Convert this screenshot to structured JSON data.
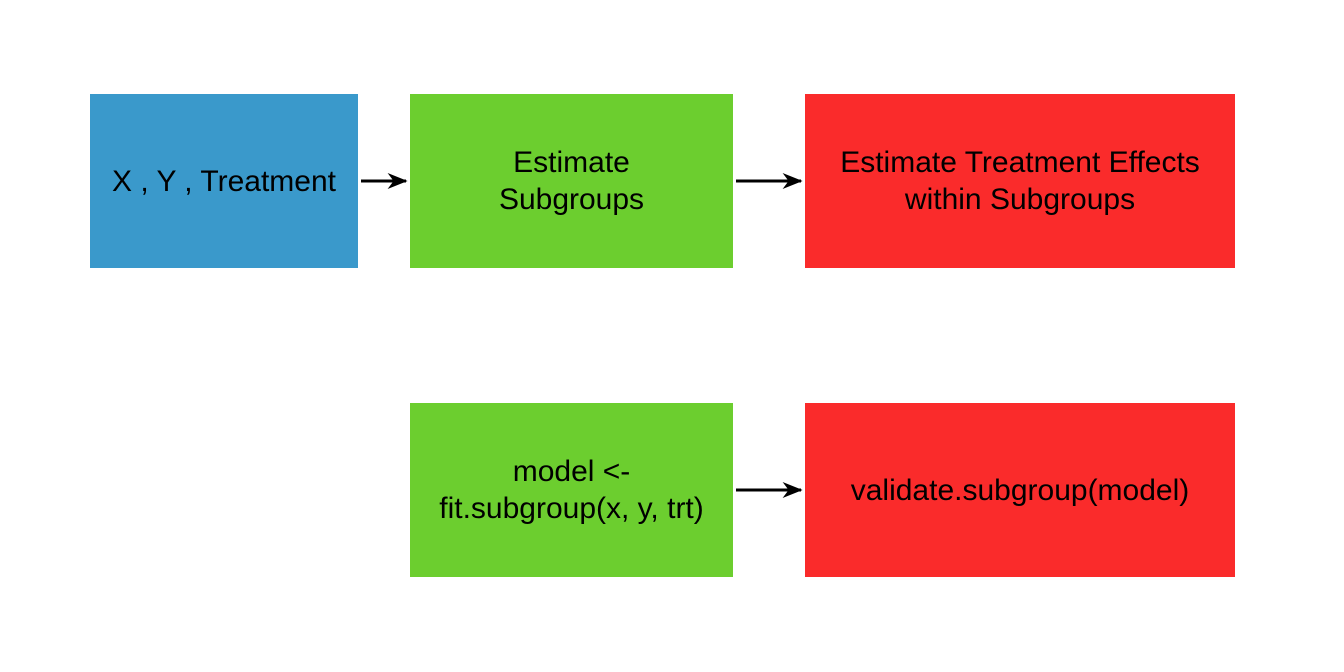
{
  "colors": {
    "background": "#FFFFFF",
    "text": "#000000",
    "arrow": "#000000",
    "node_input": "#3A99CB",
    "node_process": "#6CCE2F",
    "node_result": "#FA2B2B"
  },
  "nodes": {
    "input_data": {
      "lines": [
        "X , Y , Treatment"
      ]
    },
    "estimate_subgroups": {
      "lines": [
        "Estimate",
        "Subgroups"
      ]
    },
    "estimate_treatment_effects": {
      "lines": [
        "Estimate Treatment Effects",
        "within Subgroups"
      ]
    },
    "fit_model": {
      "lines": [
        "model <-",
        "fit.subgroup(x, y, trt)"
      ]
    },
    "validate_model": {
      "lines": [
        "validate.subgroup(model)"
      ]
    }
  },
  "arrows": [
    {
      "from": "input_data",
      "to": "estimate_subgroups"
    },
    {
      "from": "estimate_subgroups",
      "to": "estimate_treatment_effects"
    },
    {
      "from": "fit_model",
      "to": "validate_model"
    }
  ]
}
